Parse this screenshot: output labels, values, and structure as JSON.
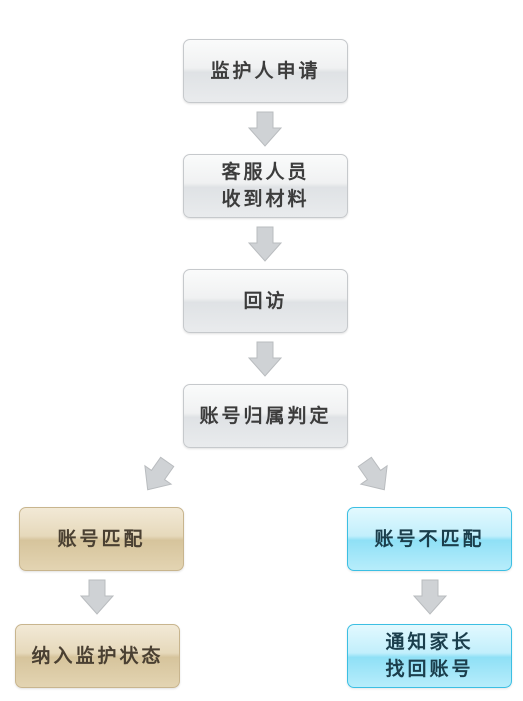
{
  "flowchart": {
    "steps": {
      "apply": "监护人申请",
      "service_line1": "客服人员",
      "service_line2": "收到材料",
      "callback": "回访",
      "judge": "账号归属判定",
      "match": "账号匹配",
      "no_match": "账号不匹配",
      "include": "纳入监护状态",
      "notify_line1": "通知家长",
      "notify_line2": "找回账号"
    }
  },
  "colors": {
    "gray_box": "#e6e8ea",
    "match_branch": "#e6d9bb",
    "no_match_branch": "#b7edfb",
    "arrow": "#cfd2d5"
  }
}
